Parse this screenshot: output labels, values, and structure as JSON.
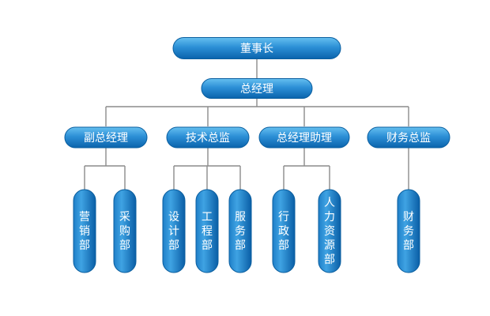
{
  "chart": {
    "chairman": "董事长",
    "general_manager": "总经理",
    "divisions": [
      {
        "label": "副总经理",
        "departments": [
          "营销部",
          "采购部"
        ]
      },
      {
        "label": "技术总监",
        "departments": [
          "设计部",
          "工程部",
          "服务部"
        ]
      },
      {
        "label": "总经理助理",
        "departments": [
          "行政部",
          "人力资源部"
        ]
      },
      {
        "label": "财务总监",
        "departments": [
          "财务部"
        ]
      }
    ]
  },
  "colors": {
    "box_top": "#55b3ec",
    "box_bottom": "#0a6bb4",
    "box_border": "#0a5e9f",
    "line": "#8c8c8c"
  }
}
